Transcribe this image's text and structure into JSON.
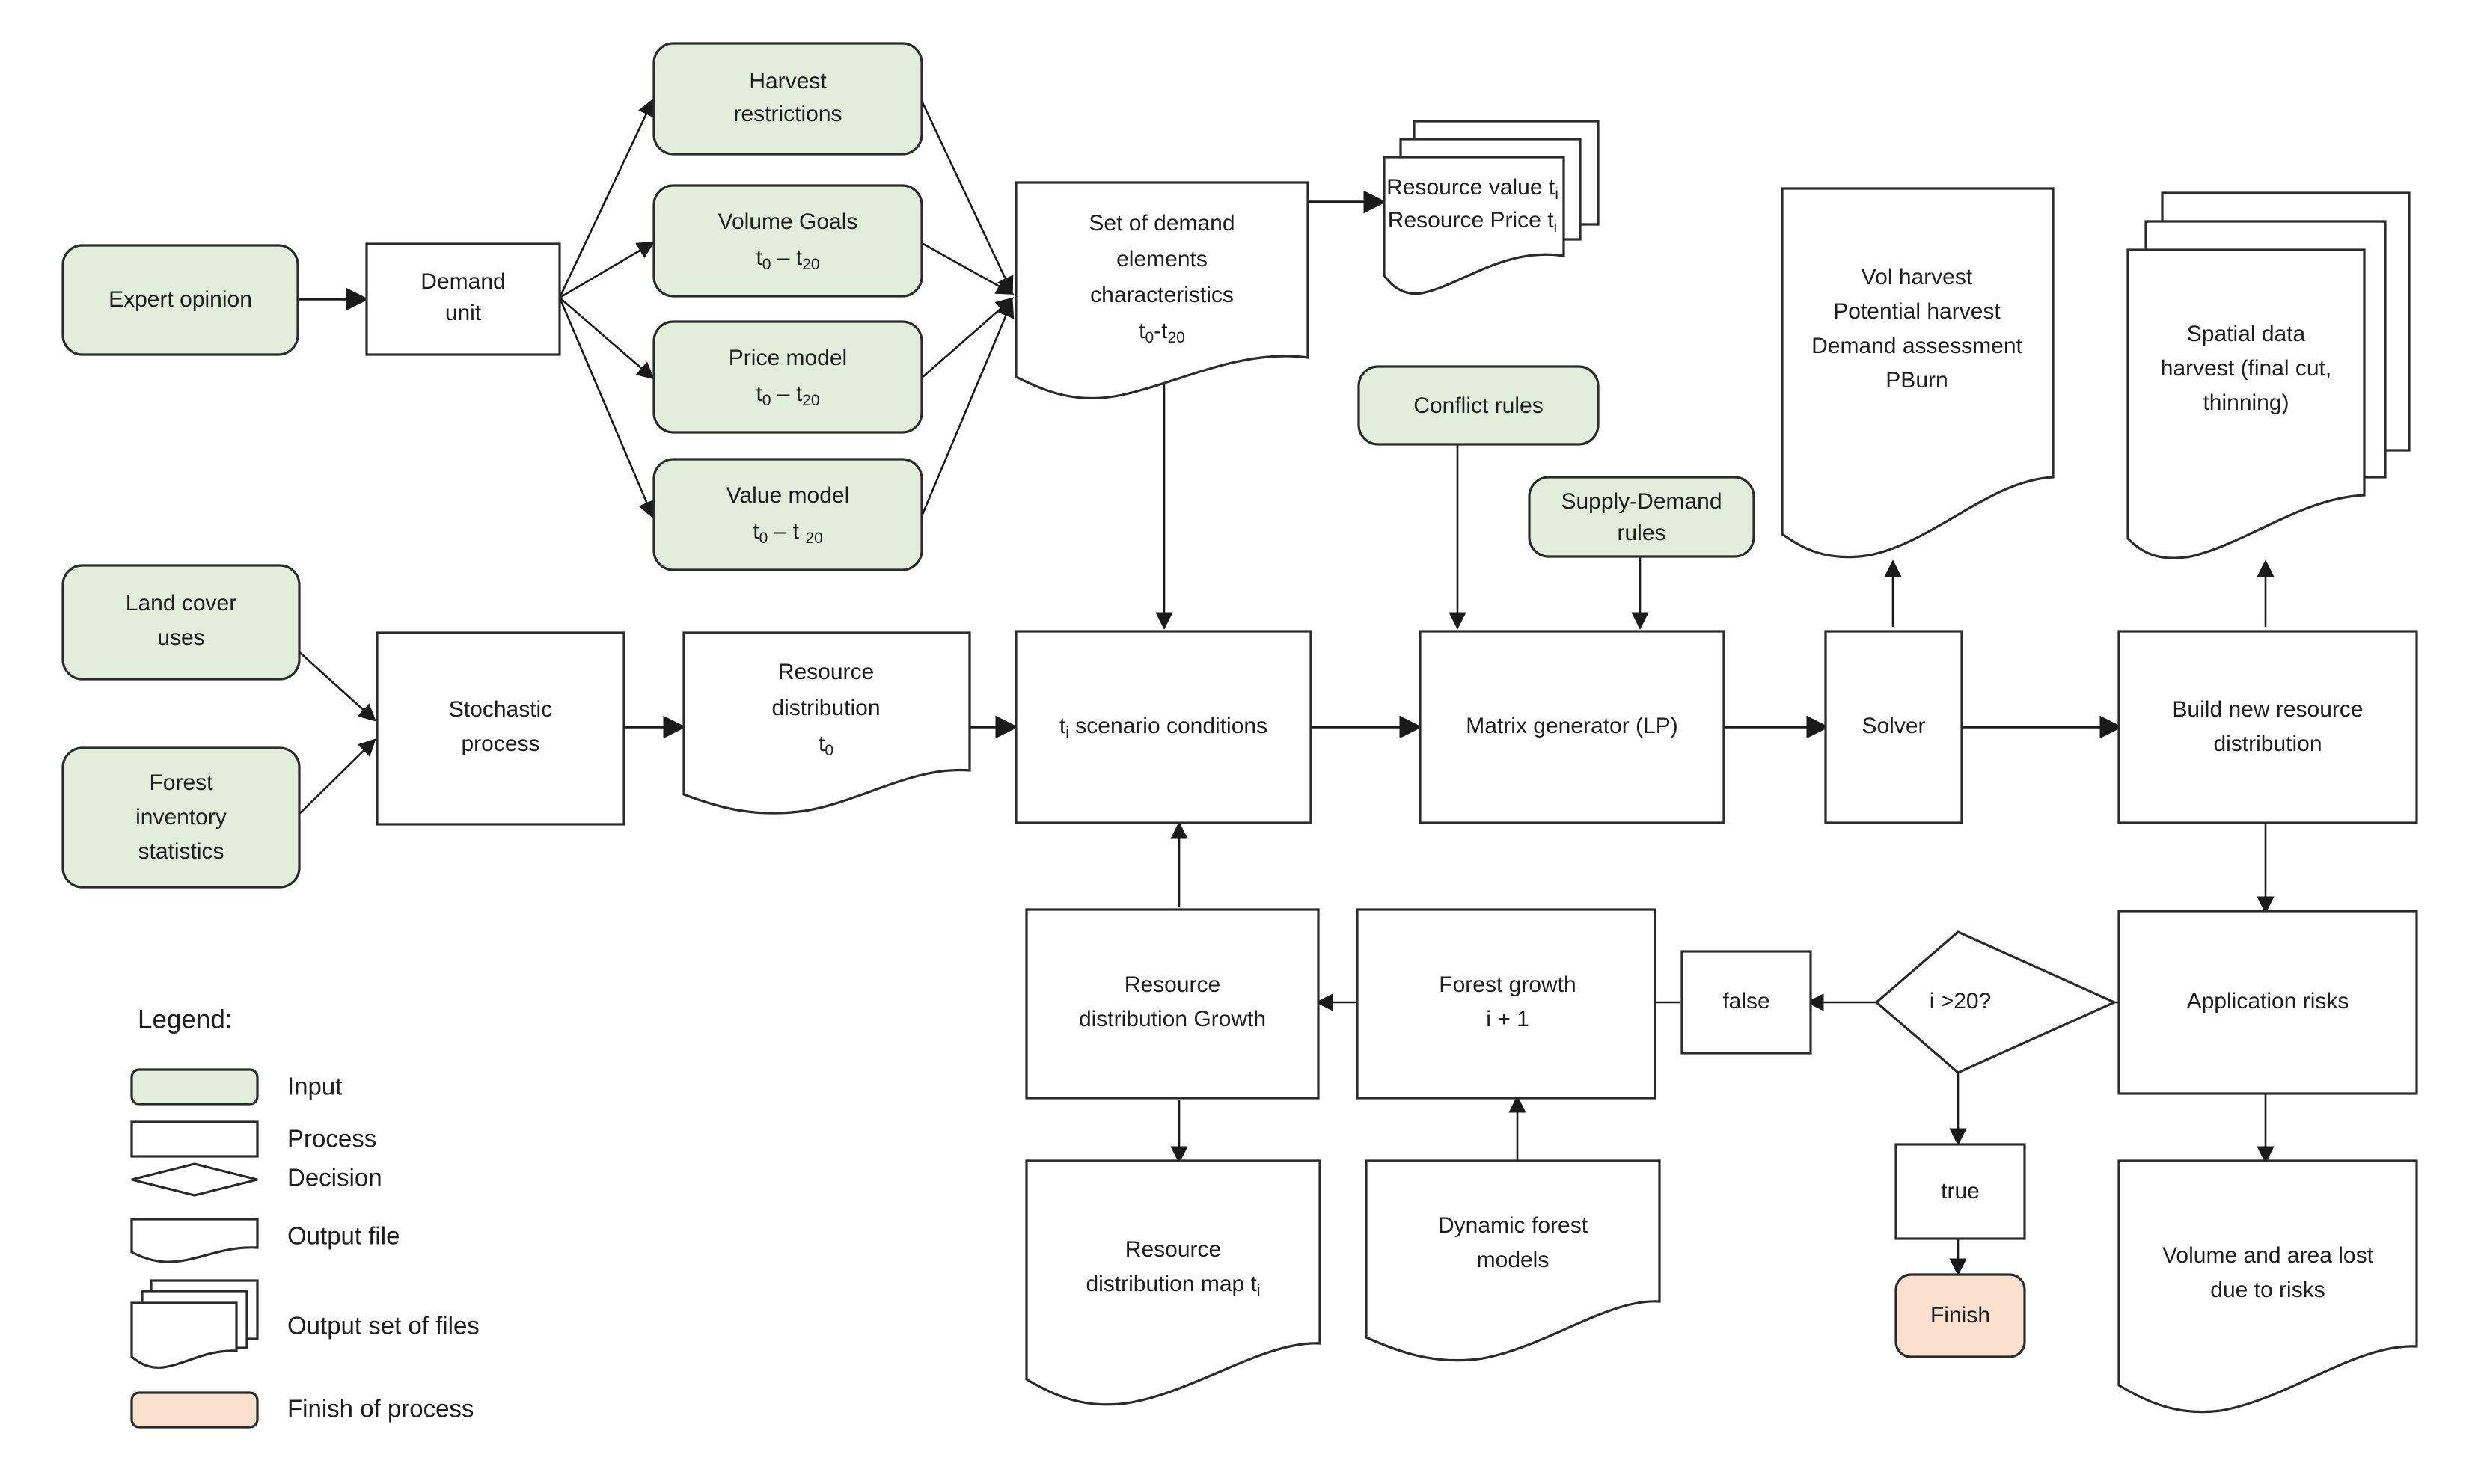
{
  "diagram": {
    "title_present": false,
    "colors": {
      "input_fill": "#e2eedc",
      "process_fill": "#ffffff",
      "finish_fill": "#fbe0cd",
      "stroke": "#2b2b2b",
      "text": "#1d1d1d",
      "background": "#ffffff"
    },
    "nodes": {
      "expert_opinion": {
        "label": "Expert opinion",
        "type": "input"
      },
      "demand_unit": {
        "label_line1": "Demand",
        "label_line2": "unit",
        "type": "process"
      },
      "harvest_restrictions": {
        "label_line1": "Harvest",
        "label_line2": "restrictions",
        "type": "input"
      },
      "volume_goals": {
        "label_line1": "Volume Goals",
        "label_line2": "t",
        "sub1": "0",
        "dash": " – t",
        "sub2": "20",
        "type": "input"
      },
      "price_model": {
        "label_line1": "Price model",
        "label_line2": "t",
        "sub1": "0",
        "dash": " – t",
        "sub2": "20",
        "type": "input"
      },
      "value_model": {
        "label_line1": "Value model",
        "label_line2": "t",
        "sub1": "0",
        "dash": " – t ",
        "sub2": "20",
        "type": "input"
      },
      "demand_elements": {
        "label_line1": "Set of demand",
        "label_line2": "elements",
        "label_line3": "characteristics",
        "label_line4": "t",
        "sub1": "0",
        "dash": "-t",
        "sub2": "20",
        "type": "output-file"
      },
      "resource_value_price": {
        "label_line1": "Resource value t",
        "sub1": "i",
        "label_line2": "Resource Price t",
        "sub2": "i",
        "type": "output-set-of-files"
      },
      "conflict_rules": {
        "label": "Conflict rules",
        "type": "input"
      },
      "supply_demand_rules": {
        "label_line1": "Supply-Demand",
        "label_line2": "rules",
        "type": "input"
      },
      "vol_harvest_doc": {
        "label_line1": "Vol harvest",
        "label_line2": "Potential harvest",
        "label_line3": "Demand assessment",
        "label_line4": "PBurn",
        "type": "output-file"
      },
      "spatial_data_doc": {
        "label_line1": "Spatial data",
        "label_line2": "harvest (final cut,",
        "label_line3": "thinning)",
        "type": "output-set-of-files"
      },
      "land_cover_uses": {
        "label_line1": "Land cover",
        "label_line2": "uses",
        "type": "input"
      },
      "forest_inventory": {
        "label_line1": "Forest",
        "label_line2": "inventory",
        "label_line3": "statistics",
        "type": "input"
      },
      "stochastic_process": {
        "label_line1": "Stochastic",
        "label_line2": "process",
        "type": "process"
      },
      "resource_distribution_t0": {
        "label_line1": "Resource",
        "label_line2": "distribution",
        "label_line3": "t",
        "sub1": "0",
        "type": "output-file"
      },
      "scenario_conditions": {
        "label_pre": "t",
        "sub1": "i",
        "label_post": " scenario conditions",
        "type": "process"
      },
      "matrix_generator": {
        "label": "Matrix generator (LP)",
        "type": "process"
      },
      "solver": {
        "label": "Solver",
        "type": "process"
      },
      "build_new_resource": {
        "label_line1": "Build new resource",
        "label_line2": "distribution",
        "type": "process"
      },
      "application_risks": {
        "label": "Application risks",
        "type": "process"
      },
      "volume_area_lost": {
        "label_line1": "Volume and area lost",
        "label_line2": "due to risks",
        "type": "output-file"
      },
      "decision_i20": {
        "label": "i >20?",
        "type": "decision"
      },
      "false_box": {
        "label": "false",
        "type": "process"
      },
      "true_box": {
        "label": "true",
        "type": "process"
      },
      "finish": {
        "label": "Finish",
        "type": "finish"
      },
      "forest_growth": {
        "label_line1": "Forest growth",
        "label_line2": "i + 1",
        "type": "process"
      },
      "resource_distribution_growth": {
        "label_line1": "Resource",
        "label_line2": "distribution Growth",
        "type": "process"
      },
      "resource_distribution_map": {
        "label_line1": "Resource",
        "label_line2": "distribution map t",
        "sub1": "i",
        "type": "output-file"
      },
      "dynamic_forest_models": {
        "label_line1": "Dynamic forest",
        "label_line2": "models",
        "type": "output-file"
      }
    },
    "legend": {
      "title": "Legend:",
      "items": [
        {
          "label": "Input",
          "shape": "rounded-rect",
          "fill": "#e2eedc"
        },
        {
          "label": "Process",
          "shape": "rect",
          "fill": "#ffffff"
        },
        {
          "label": "Decision",
          "shape": "diamond",
          "fill": "#ffffff"
        },
        {
          "label": "Output file",
          "shape": "wavy-doc",
          "fill": "#ffffff"
        },
        {
          "label": "Output set of files",
          "shape": "stacked-wavy-doc",
          "fill": "#ffffff"
        },
        {
          "label": "Finish of process",
          "shape": "rounded-rect",
          "fill": "#fbe0cd"
        }
      ]
    }
  }
}
